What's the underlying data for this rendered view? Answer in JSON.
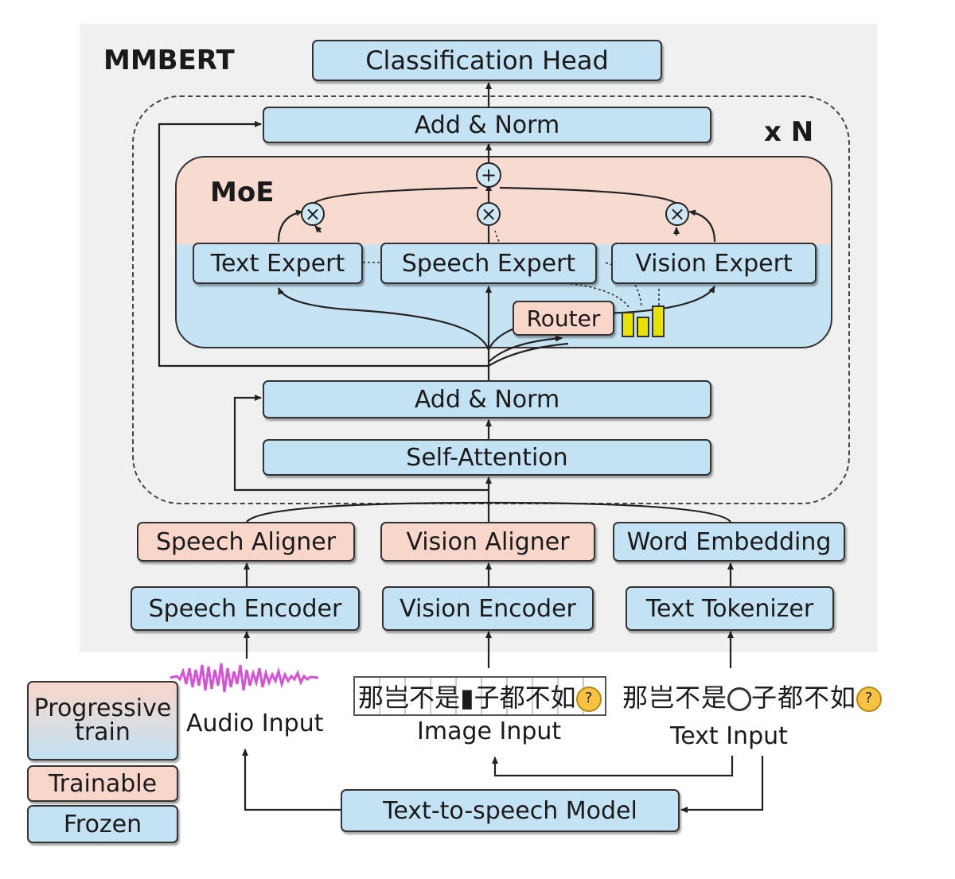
{
  "diagram": {
    "panel_title": "MMBERT",
    "repeat_label": "x N",
    "moe_title": "MoE",
    "boxes": {
      "classification_head": "Classification Head",
      "add_norm_top": "Add & Norm",
      "text_expert": "Text Expert",
      "speech_expert": "Speech Expert",
      "vision_expert": "Vision  Expert",
      "router": "Router",
      "add_norm_bottom": "Add & Norm",
      "self_attention": "Self-Attention",
      "speech_aligner": "Speech Aligner",
      "vision_aligner": "Vision  Aligner",
      "word_embedding": "Word Embedding",
      "speech_encoder": "Speech Encoder",
      "vision_encoder": "Vision  Encoder",
      "text_tokenizer": "Text Tokenizer",
      "tts_model": "Text-to-speech Model"
    },
    "inputs": {
      "audio_label": "Audio Input",
      "image_label": "Image Input",
      "text_label": "Text Input",
      "image_glyphs": "那岂不是▮子都不如",
      "text_glyphs_a": "那岂不是",
      "text_glyphs_b": "子都不如"
    },
    "legend": {
      "progressive": "Progressive train",
      "trainable": "Trainable",
      "frozen": "Frozen"
    },
    "colors": {
      "frozen": "#c3e2f3",
      "trainable": "#f8d6ca",
      "panel": "#f0f0f0",
      "router_bars": "#e8e200",
      "wave": "#d84fd8"
    },
    "icons": [
      "audio-wave-icon",
      "watch-icon",
      "thinking-face-icon",
      "add-op-icon",
      "multiply-op-icon"
    ]
  }
}
